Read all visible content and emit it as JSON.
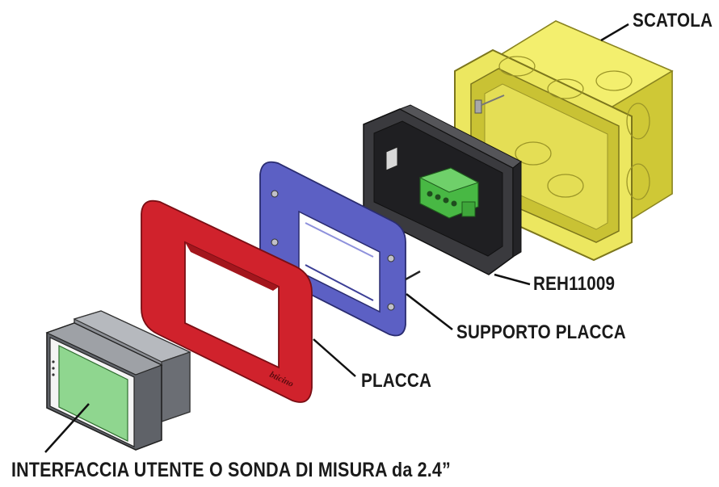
{
  "labels": {
    "scatola": "SCATOLA",
    "reh": "REH11009",
    "supporto": "SUPPORTO PLACCA",
    "placca": "PLACCA",
    "interfaccia": "INTERFACCIA UTENTE O SONDA DI MISURA da 2.4”"
  },
  "plate_logo": "bticino",
  "colors": {
    "box": "#f2ee5a",
    "support_frame": "#5b5fc0",
    "cover_plate": "#d4202b",
    "mount_box": "#2f2f33",
    "terminal_block": "#4fbf4a",
    "device_body": "#7a7d82",
    "device_screen": "#8fd68f"
  }
}
